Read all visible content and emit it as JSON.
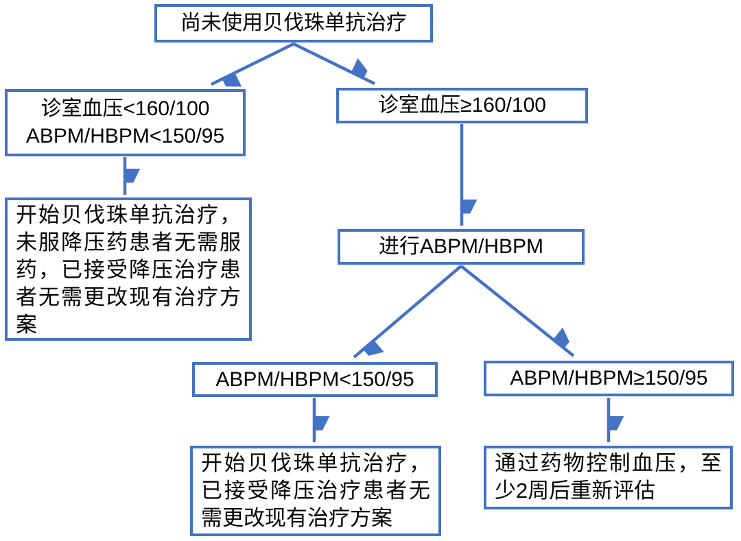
{
  "diagram": {
    "title_context": "bevacizumab-hypertension-management-flowchart",
    "colors": {
      "box_border": "#4472C4",
      "arrow": "#4472C4",
      "text": "#000000",
      "background": "#ffffff"
    },
    "nodes": {
      "start": {
        "text": "尚未使用贝伐珠单抗治疗"
      },
      "bp_low": {
        "line1": "诊室血压<160/100",
        "line2": "ABPM/HBPM<150/95"
      },
      "bp_high": {
        "text": "诊室血压≥160/100"
      },
      "treat_left": {
        "text": "开始贝伐珠单抗治疗，未服降压药患者无需服药，已接受降压治疗患者无需更改现有治疗方案"
      },
      "do_abpm": {
        "text": "进行ABPM/HBPM"
      },
      "abpm_low": {
        "text": "ABPM/HBPM<150/95"
      },
      "abpm_high": {
        "text": "ABPM/HBPM≥150/95"
      },
      "treat_bottom": {
        "text": "开始贝伐珠单抗治疗，已接受降压治疗患者无需更改现有治疗方案"
      },
      "control_bp": {
        "text": "通过药物控制血压，至少2周后重新评估"
      }
    },
    "edges": [
      "start->bp_low",
      "start->bp_high",
      "bp_low->treat_left",
      "bp_high->do_abpm",
      "do_abpm->abpm_low",
      "do_abpm->abpm_high",
      "abpm_low->treat_bottom",
      "abpm_high->control_bp"
    ]
  }
}
